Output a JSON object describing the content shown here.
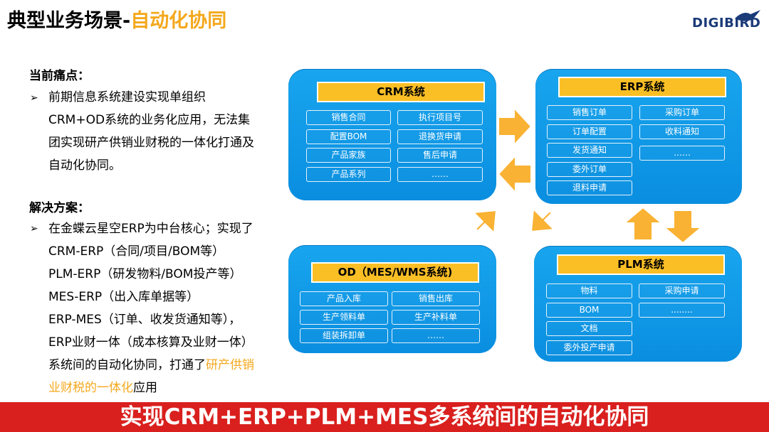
{
  "title": {
    "main": "典型业务场景-",
    "highlight": "自动化协同"
  },
  "logo": {
    "text": "DIGIBIRD",
    "icon": "bird-icon"
  },
  "pain": {
    "heading": "当前痛点：",
    "lines": [
      "前期信息系统建设实现单组织",
      "CRM+OD系统的业务化应用，无法集",
      "团实现研产供销业财税的一体化打通及",
      "自动化协同。"
    ]
  },
  "solution": {
    "heading": "解决方案：",
    "lines": [
      "在金蝶云星空ERP为中台核心；实现了",
      "CRM-ERP（合同/项目/BOM等）",
      "PLM-ERP（研发物料/BOM投产等）",
      "MES-ERP（出入库单据等）",
      "ERP-MES（订单、收发货通知等），",
      "ERP业财一体（成本核算及业财一体）"
    ],
    "last_line_prefix": "系统间的自动化协同，打通了",
    "last_line_highlight_a": "研产供销",
    "last_line_highlight_b": "业财税的一体化",
    "last_line_suffix": "应用"
  },
  "systems": {
    "crm": {
      "title": "CRM系统",
      "left": [
        "销售合同",
        "配置BOM",
        "产品家族",
        "产品系列"
      ],
      "right": [
        "执行项目号",
        "退换货申请",
        "售后申请",
        "……"
      ]
    },
    "erp": {
      "title": "ERP系统",
      "left": [
        "销售订单",
        "订单配置",
        "发货通知",
        "委外订单",
        "退料申请"
      ],
      "right": [
        "采购订单",
        "收料通知",
        "……"
      ]
    },
    "od": {
      "title": "OD（MES/WMS系统)",
      "left": [
        "产品入库",
        "生产领料单",
        "组装拆卸单"
      ],
      "right": [
        "销售出库",
        "生产补料单",
        "……"
      ]
    },
    "plm": {
      "title": "PLM系统",
      "left": [
        "物料",
        "BOM",
        "文档",
        "委外投产申请"
      ],
      "right": [
        "采购申请",
        "........"
      ]
    }
  },
  "banner": "实现CRM+ERP+PLM+MES多系统间的自动化协同",
  "colors": {
    "accent_orange": "#F4A81D",
    "box_blue": "#0E99E6",
    "title_yellow": "#FBBF26",
    "banner_red": "#D9201E",
    "arrow_fill": "#F9B233"
  }
}
